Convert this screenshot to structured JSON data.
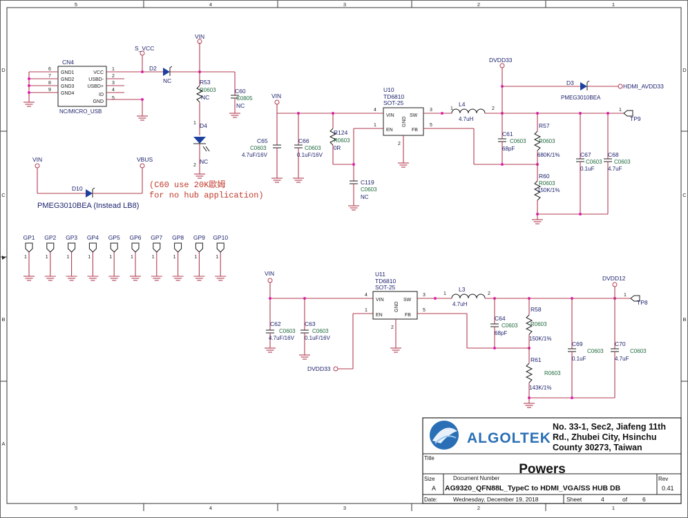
{
  "border": {
    "cols": [
      "5",
      "4",
      "3",
      "2",
      "1"
    ],
    "rows": [
      "D",
      "C",
      "B",
      "A"
    ]
  },
  "left": {
    "cn4": {
      "ref": "CN4",
      "type": "NC/MICRO_USB",
      "pins_left": [
        {
          "num": "6",
          "name": "GND1"
        },
        {
          "num": "7",
          "name": "GND2"
        },
        {
          "num": "8",
          "name": "GND3"
        },
        {
          "num": "9",
          "name": "GND4"
        }
      ],
      "pins_right": [
        {
          "num": "1",
          "name": "VCC"
        },
        {
          "num": "2",
          "name": "USBD-"
        },
        {
          "num": "3",
          "name": "USBD+"
        },
        {
          "num": "4",
          "name": "ID"
        },
        {
          "num": "5",
          "name": "GND"
        }
      ]
    },
    "svcc": "S_VCC",
    "d2": {
      "ref": "D2",
      "val": "NC"
    },
    "vin": "VIN",
    "r53": {
      "ref": "R53",
      "fp": "R0603",
      "val": "NC"
    },
    "c60": {
      "ref": "C60",
      "fp": "C0805",
      "val": "NC"
    },
    "d4": {
      "ref": "D4",
      "val": "NC",
      "p1": "1",
      "p2": "2"
    },
    "vin2": "VIN",
    "vbus": "VBUS",
    "d10": {
      "ref": "D10",
      "val": "PMEG3010BEA (Instead LB8)"
    },
    "note1": "(C60 use 20K歐姆",
    "note2": "for no hub application)",
    "gps": [
      "GP1",
      "GP2",
      "GP3",
      "GP4",
      "GP5",
      "GP6",
      "GP7",
      "GP8",
      "GP9",
      "GP10"
    ],
    "gp_pin": "1"
  },
  "top_reg": {
    "vin": "VIN",
    "u": {
      "ref": "U10",
      "part": "TD6810",
      "pkg": "SOT-25",
      "vin": "VIN",
      "sw": "SW",
      "en": "EN",
      "fb": "FB",
      "gnd": "GND",
      "p4": "4",
      "p1": "1",
      "p3": "3",
      "p5": "5",
      "p2": "2"
    },
    "c65": {
      "ref": "C65",
      "fp": "C0603",
      "val": "4.7uF/16V"
    },
    "c66": {
      "ref": "C66",
      "fp": "C0603",
      "val": "0.1uF/16V"
    },
    "r124": {
      "ref": "R124",
      "fp": "R0603",
      "val": "0R"
    },
    "c119": {
      "ref": "C119",
      "fp": "C0603",
      "val": "NC"
    },
    "l4": {
      "ref": "L4",
      "val": "4.7uH",
      "p1": "1",
      "p2": "2"
    },
    "dvdd33": "DVDD33",
    "c61": {
      "ref": "C61",
      "fp": "C0603",
      "val": "68pF"
    },
    "r57": {
      "ref": "R57",
      "fp": "R0603",
      "val": "680K/1%"
    },
    "r60": {
      "ref": "R60",
      "fp": "R0603",
      "val": "150K/1%"
    },
    "c67": {
      "ref": "C67",
      "fp": "C0603",
      "val": "0.1uF"
    },
    "c68": {
      "ref": "C68",
      "fp": "C0603",
      "val": "4.7uF"
    },
    "tp9": {
      "ref": "TP9",
      "pin": "1"
    },
    "d3": {
      "ref": "D3",
      "val": "PMEG3010BEA"
    },
    "hdmi": "HDMI_AVDD33"
  },
  "bot_reg": {
    "vin": "VIN",
    "u": {
      "ref": "U11",
      "part": "TD6810",
      "pkg": "SOT-25",
      "vin": "VIN",
      "sw": "SW",
      "en": "EN",
      "fb": "FB",
      "gnd": "GND",
      "p4": "4",
      "p1": "1",
      "p3": "3",
      "p5": "5",
      "p2": "2"
    },
    "c62": {
      "ref": "C62",
      "fp": "C0603",
      "val": "4.7uF/16V"
    },
    "c63": {
      "ref": "C63",
      "fp": "C0603",
      "val": "0.1uF/16V"
    },
    "dvdd33": "DVDD33",
    "l3": {
      "ref": "L3",
      "val": "4.7uH",
      "p1": "1",
      "p2": "2"
    },
    "c64": {
      "ref": "C64",
      "fp": "C0603",
      "val": "68pF"
    },
    "r58": {
      "ref": "R58",
      "fp": "R0603",
      "val": "150K/1%"
    },
    "r61": {
      "ref": "R61",
      "fp": "R0603",
      "val": "143K/1%"
    },
    "c69": {
      "ref": "C69",
      "fp": "C0603",
      "val": "0.1uF"
    },
    "c70": {
      "ref": "C70",
      "fp": "C0603",
      "val": "4.7uF"
    },
    "dvdd12": "DVDD12",
    "tp8": {
      "ref": "TP8",
      "pin": "1"
    }
  },
  "titleblock": {
    "logo": "ALGOLTEK",
    "addr1": "No. 33-1, Sec2, Jiafeng 11th",
    "addr2": "Rd., Zhubei City, Hsinchu",
    "addr3": "County 30273, Taiwan",
    "title_label": "Title",
    "title": "Powers",
    "size_label": "Size",
    "size": "A",
    "docnum_label": "Document Number",
    "docnum": "AG9320_QFN88L_TypeC to HDMI_VGA/SS HUB DB",
    "rev_label": "Rev",
    "rev": "0.41",
    "date_label": "Date:",
    "date": "Wednesday, December 19, 2018",
    "sheet_label": "Sheet",
    "sheet": "4",
    "of_label": "of",
    "of": "6"
  },
  "colors": {
    "wire": "#b03a4e",
    "junction": "#e020b0",
    "text": "#1a1f6b",
    "footprint": "#1e6a3c",
    "logo": "#2a6fb5"
  }
}
